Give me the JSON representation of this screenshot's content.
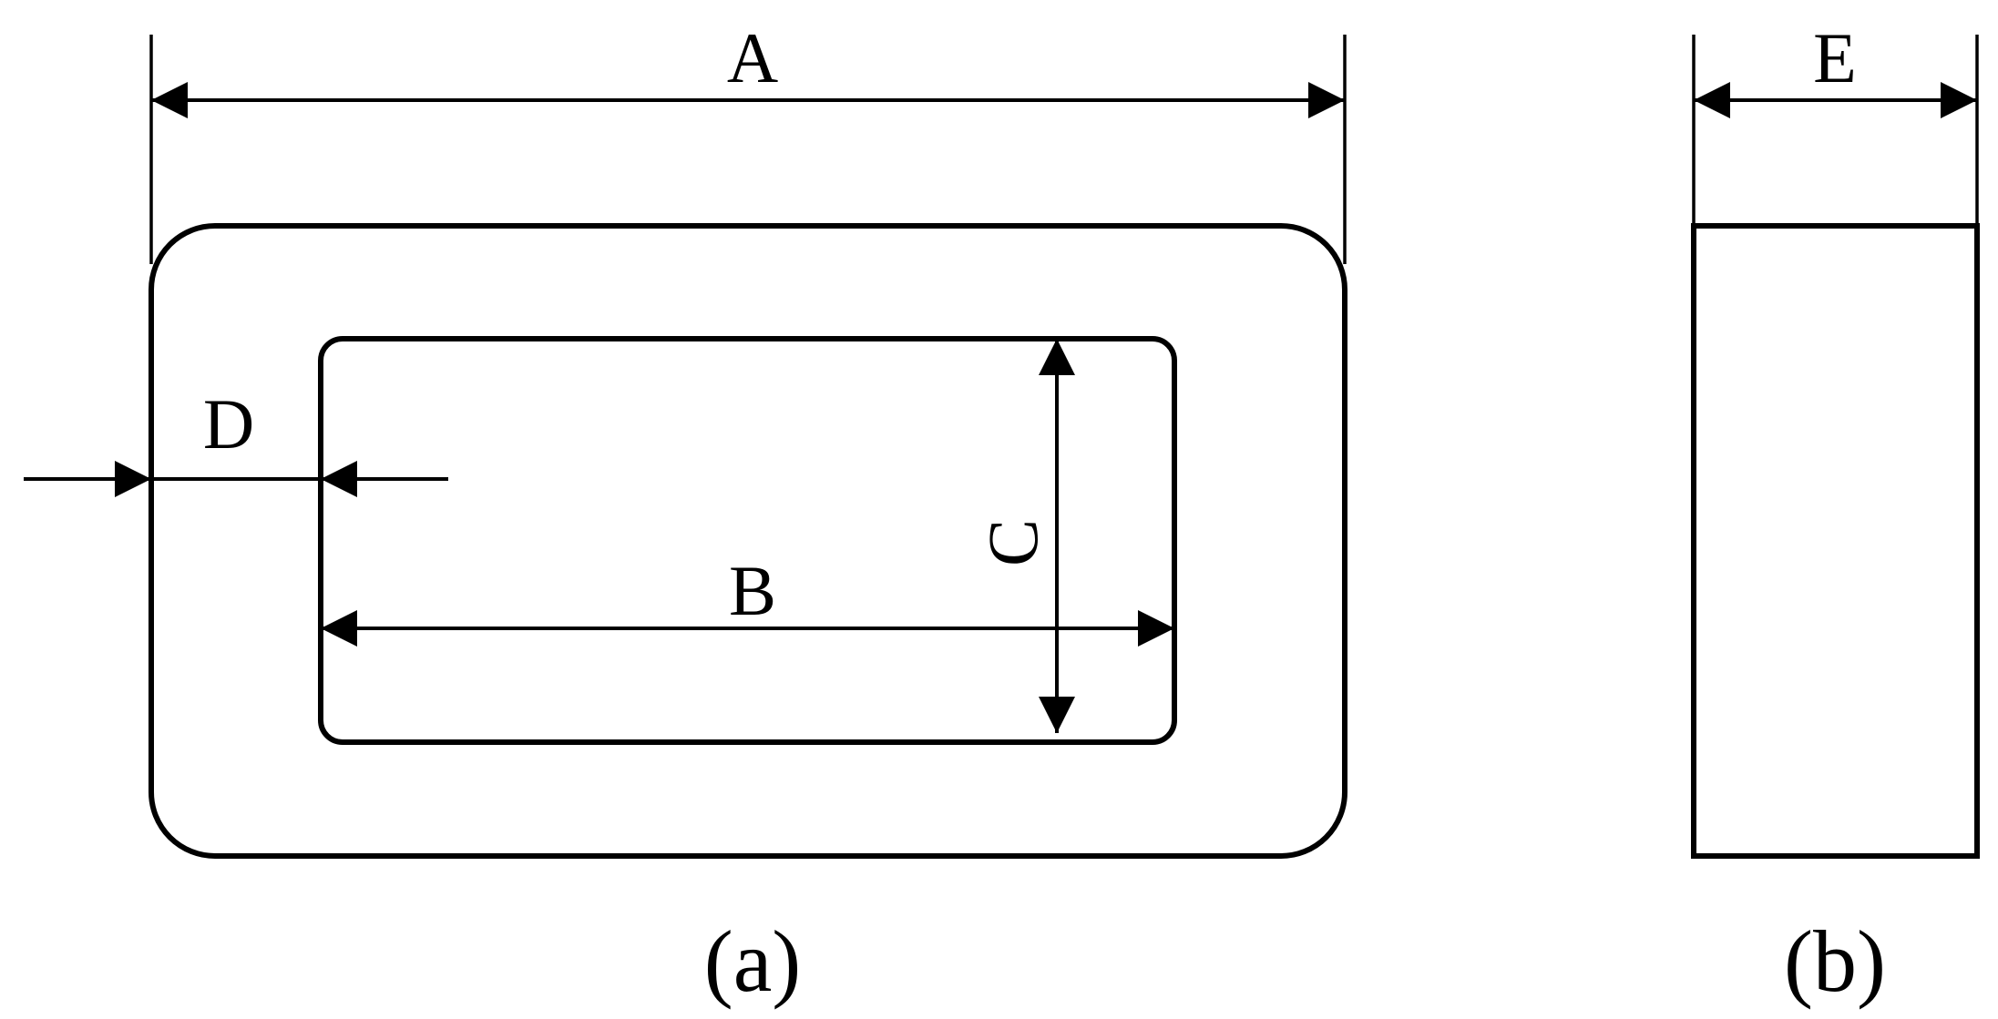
{
  "views": {
    "front": {
      "caption": "(a)",
      "dimensions": {
        "outer_width": "A",
        "inner_width": "B",
        "inner_height": "C",
        "wall_thickness": "D"
      }
    },
    "side": {
      "caption": "(b)",
      "dimensions": {
        "thickness": "E"
      }
    }
  }
}
